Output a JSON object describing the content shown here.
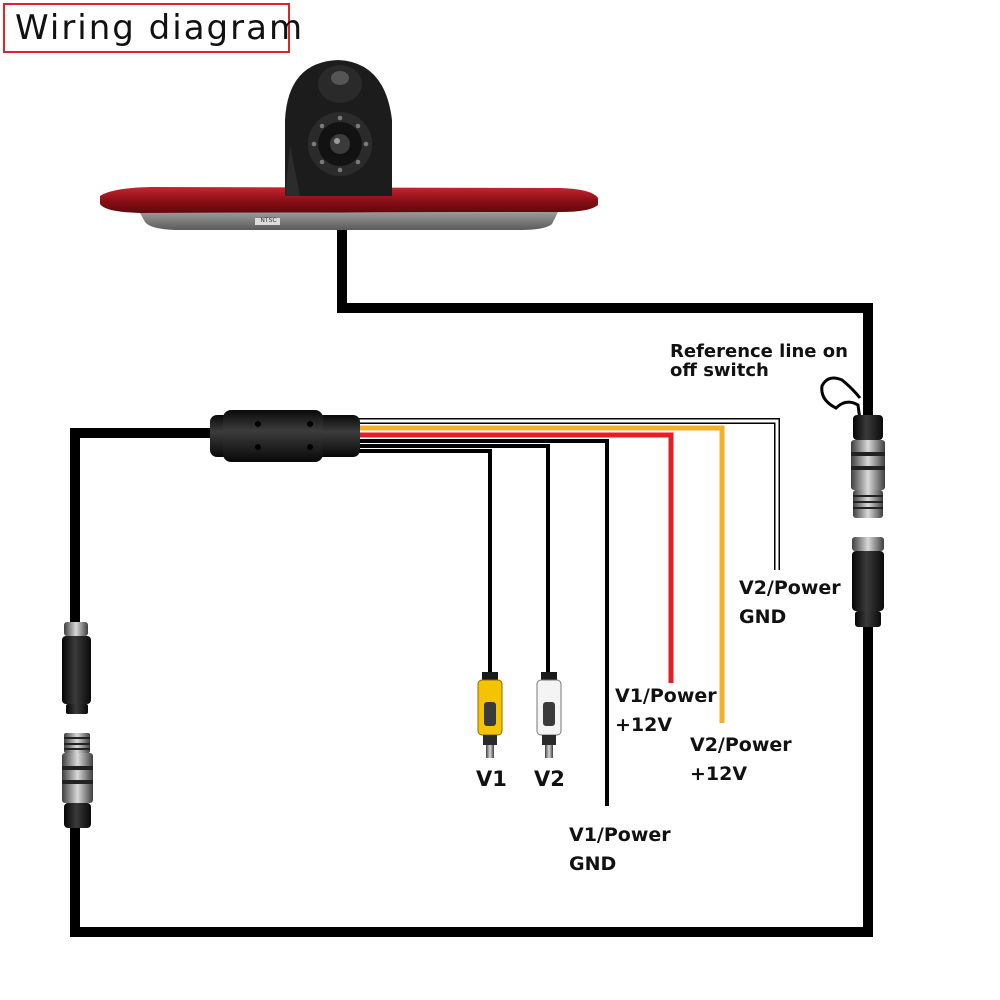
{
  "title": "Wiring diagram",
  "camera": {
    "badge": "NTSC"
  },
  "labels": {
    "reference": {
      "line1": "Reference line on",
      "line2": "off switch"
    },
    "v1": "V1",
    "v2": "V2",
    "v1_power_12v": {
      "line1": "V1/Power",
      "line2": "+12V"
    },
    "v2_power_12v": {
      "line1": "V2/Power",
      "line2": "+12V"
    },
    "v1_power_gnd": {
      "line1": "V1/Power",
      "line2": "GND"
    },
    "v2_power_gnd": {
      "line1": "V2/Power",
      "line2": "GND"
    }
  },
  "colors": {
    "title_border": "#d9262b",
    "cable": "#000000",
    "wire_red": "#e41e26",
    "wire_yellow": "#f2b128",
    "wire_white": "#ffffff",
    "rca_yellow": "#f5c400",
    "rca_white": "#f4f4f4",
    "camera_housing": "#1c1c1c",
    "brake_light": "#a3141c"
  }
}
